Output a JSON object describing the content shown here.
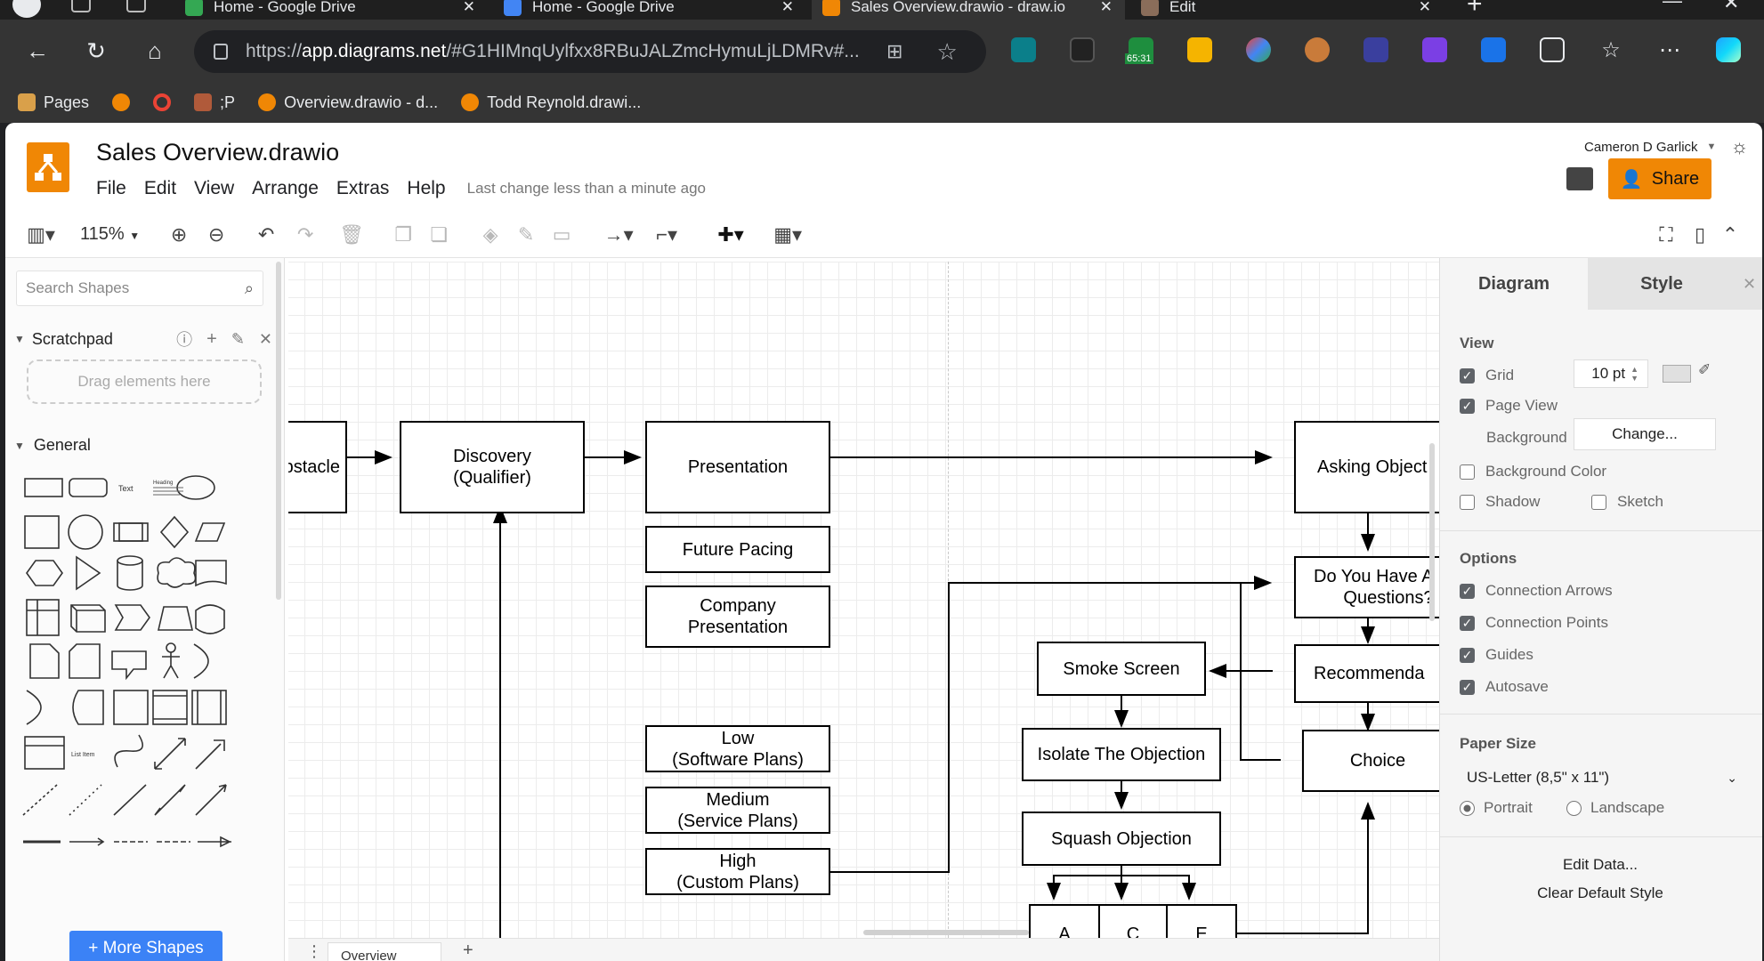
{
  "browser": {
    "tabs": [
      {
        "label": "Home - Google Drive",
        "active": false
      },
      {
        "label": "Home - Google Drive",
        "active": false
      },
      {
        "label": "Sales Overview.drawio - draw.io",
        "active": true
      },
      {
        "label": "Edit",
        "active": false
      }
    ],
    "url": "https://app.diagrams.net/#G1HIMnqUylfxx8RBuJALZmcHymuLjLDMRv#...",
    "url_host": "app.diagrams.net",
    "url_prefix": "https://",
    "url_rest": "/#G1HIMnqUylfxx8RBuJALZmcHymuLjLDMRv#...",
    "ext_badge": "65:31",
    "bookmarks": [
      {
        "label": "Pages",
        "icon": "pages-icon"
      },
      {
        "label": "",
        "icon": "drawio-icon"
      },
      {
        "label": "",
        "icon": "google-icon"
      },
      {
        "label": ";P",
        "icon": "bookmark-icon"
      },
      {
        "label": "Overview.drawio - d...",
        "icon": "drawio-icon"
      },
      {
        "label": "Todd Reynold.drawi...",
        "icon": "drawio-icon"
      }
    ]
  },
  "app": {
    "title": "Sales Overview.drawio",
    "menu": [
      "File",
      "Edit",
      "View",
      "Arrange",
      "Extras",
      "Help"
    ],
    "last_change": "Last change less than a minute ago",
    "user": "Cameron D Garlick",
    "share_label": "Share",
    "zoom": "115%"
  },
  "sidebar": {
    "search_placeholder": "Search Shapes",
    "scratchpad": "Scratchpad",
    "drag_hint": "Drag elements here",
    "general": "General",
    "more_shapes": "+ More Shapes",
    "text_shape": "Text",
    "heading_shape": "Heading",
    "list_shape": "List Item"
  },
  "diagram": {
    "nodes": {
      "obstacle": "bstacle",
      "discovery": "Discovery\n(Qualifier)",
      "presentation": "Presentation",
      "future_pacing": "Future Pacing",
      "company_presentation": "Company\nPresentation",
      "low": "Low\n(Software Plans)",
      "medium": "Medium\n(Service Plans)",
      "high": "High\n(Custom Plans)",
      "asking_objections": "Asking Object",
      "do_you_have_questions": "Do You Have A\nQuestions?",
      "recommendation": "Recommenda",
      "choice": "Choice",
      "smoke_screen": "Smoke Screen",
      "isolate_objection": "Isolate The Objection",
      "squash_objection": "Squash Objection",
      "a": "A",
      "c": "C",
      "e": "E"
    },
    "page_tab": "Overview"
  },
  "format_panel": {
    "tabs": [
      "Diagram",
      "Style"
    ],
    "view_title": "View",
    "grid": {
      "label": "Grid",
      "checked": true,
      "size": "10 pt"
    },
    "page_view": {
      "label": "Page View",
      "checked": true
    },
    "background_label": "Background",
    "change_button": "Change...",
    "background_color": {
      "label": "Background Color",
      "checked": false
    },
    "shadow": {
      "label": "Shadow",
      "checked": false
    },
    "sketch": {
      "label": "Sketch",
      "checked": false
    },
    "options_title": "Options",
    "options": [
      {
        "label": "Connection Arrows",
        "checked": true
      },
      {
        "label": "Connection Points",
        "checked": true
      },
      {
        "label": "Guides",
        "checked": true
      },
      {
        "label": "Autosave",
        "checked": true
      }
    ],
    "paper_title": "Paper Size",
    "paper_size": "US-Letter (8,5\" x 11\")",
    "portrait": "Portrait",
    "landscape": "Landscape",
    "edit_data": "Edit Data...",
    "clear_style": "Clear Default Style"
  }
}
